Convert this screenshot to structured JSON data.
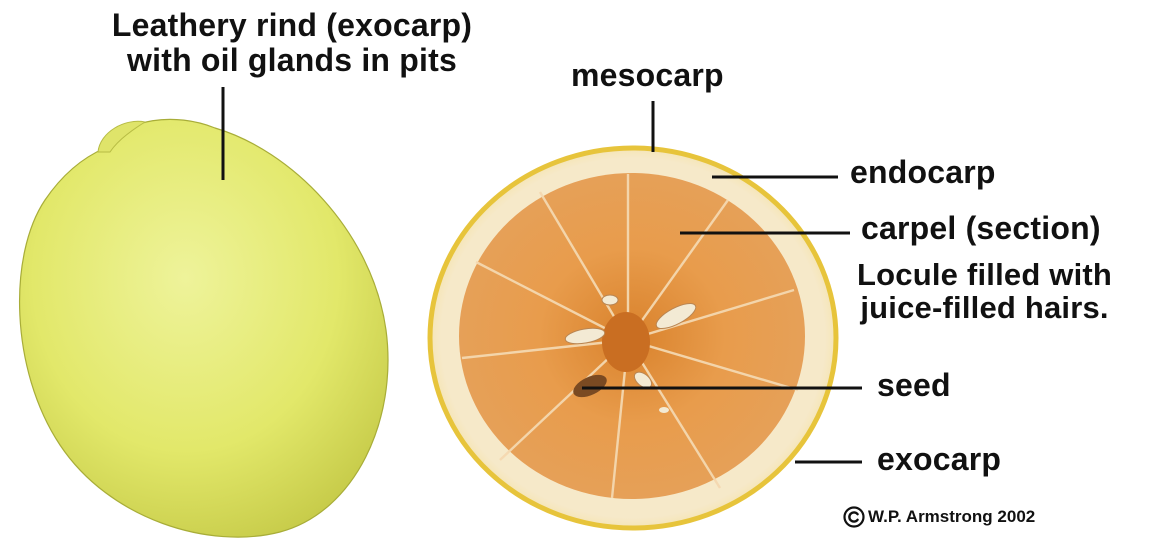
{
  "labels": {
    "leathery_line1": "Leathery rind (exocarp)",
    "leathery_line2": "with oil glands in pits",
    "mesocarp": "mesocarp",
    "endocarp": "endocarp",
    "carpel": "carpel (section)",
    "locule_line1": "Locule filled with",
    "locule_line2": "juice-filled hairs.",
    "seed": "seed",
    "exocarp": "exocarp"
  },
  "credit": {
    "text": "W.P. Armstrong 2002",
    "icon": "copyright-icon"
  },
  "colors": {
    "whole_lemon": "#e6ec72",
    "whole_lemon_shadow": "#b9bf3a",
    "rind_yellow": "#f0d85a",
    "pith": "#f5ecd6",
    "pulp": "#e7a257",
    "pulp_dark": "#d1812f",
    "leader_line": "#111111"
  },
  "icons": {
    "whole_fruit": "whole-lemon-icon",
    "cut_fruit": "lemon-cross-section-icon"
  }
}
